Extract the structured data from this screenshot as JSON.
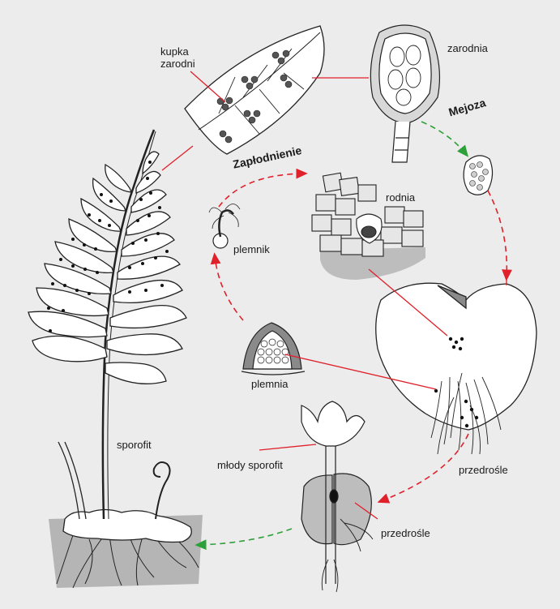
{
  "labels": {
    "kupka_zarodni": "kupka\nzarodni",
    "zarodnia": "zarodnia",
    "mejoza": "Mejoza",
    "zaplodnienie": "Zapłodnienie",
    "rodnia": "rodnia",
    "plemnik": "plemnik",
    "plemnia": "plemnia",
    "sporofit": "sporofit",
    "mlody_sporofit": "młody sporofit",
    "przedrosle_1": "przedrośle",
    "przedrosle_2": "przedrośle"
  },
  "colors": {
    "background": "#ececec",
    "red_lines": "#e0202a",
    "green_arrow": "#2ea03a",
    "grey_fill": "#bdbdbd",
    "outline": "#222222"
  }
}
